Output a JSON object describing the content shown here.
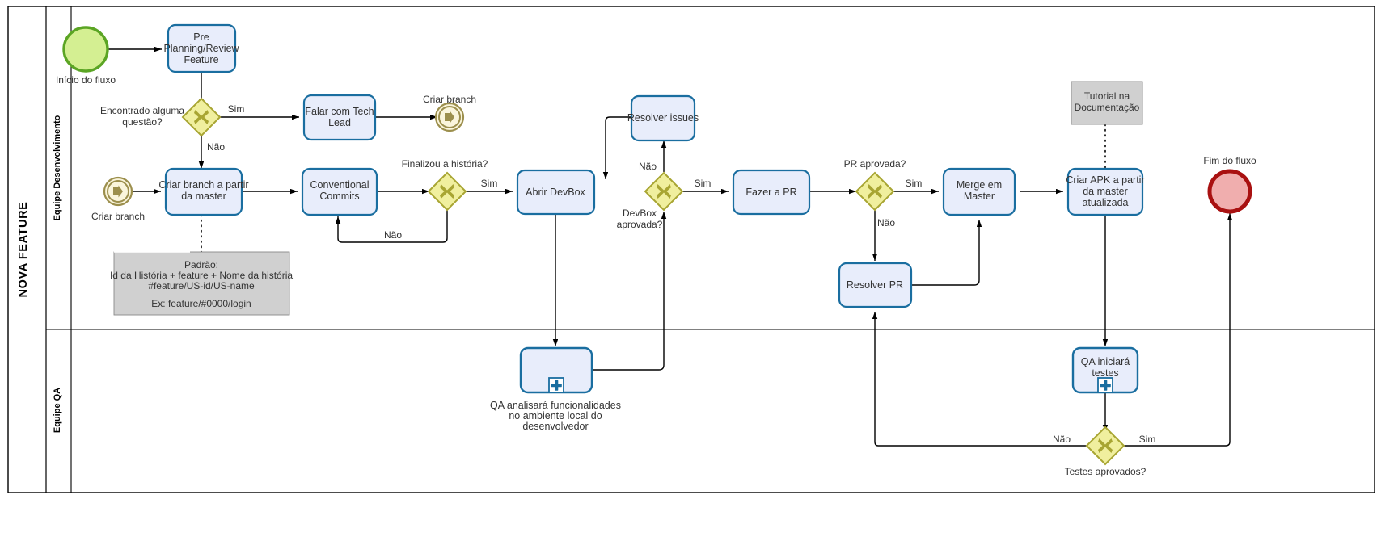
{
  "diagram": {
    "type": "bpmn-flowchart",
    "pool": {
      "label": "NOVA FEATURE"
    },
    "lanes": [
      {
        "id": "dev",
        "label": "Equipe Desenvolvimento"
      },
      {
        "id": "qa",
        "label": "Equipe QA"
      }
    ],
    "colors": {
      "task_fill": "#e8edfb",
      "task_stroke": "#1a6ea0",
      "gateway_fill": "#f0ef9e",
      "gateway_stroke": "#a8a532",
      "gateway_cross": "#a8a532",
      "start_fill": "#d4ef92",
      "start_stroke": "#5ba524",
      "end_fill": "#f0aeae",
      "end_stroke": "#a91111",
      "intermediate_fill": "#faf5dc",
      "intermediate_stroke": "#9c8f4d",
      "annotation_fill": "#d0d0d0",
      "annotation_stroke": "#888888",
      "flow_stroke": "#000000",
      "lane_stroke": "#000000",
      "subprocess_marker": "#1a6ea0"
    },
    "events": [
      {
        "id": "start1",
        "kind": "start",
        "label": "Início do fluxo"
      },
      {
        "id": "msg1",
        "kind": "intermediate",
        "label": "Criar branch"
      },
      {
        "id": "msg2",
        "kind": "intermediate",
        "label": "Criar branch"
      },
      {
        "id": "end1",
        "kind": "end",
        "label": "Fim do fluxo"
      }
    ],
    "tasks": [
      {
        "id": "t1",
        "label": "Pre Planning/Review Feature",
        "lines": [
          "Pre",
          "Planning/Review",
          "Feature"
        ]
      },
      {
        "id": "t2",
        "label": "Falar com Tech Lead",
        "lines": [
          "Falar com Tech",
          "Lead"
        ]
      },
      {
        "id": "t3",
        "label": "Criar branch a partir da master",
        "lines": [
          "Criar branch a partir",
          "da master"
        ]
      },
      {
        "id": "t4",
        "label": "Conventional Commits",
        "lines": [
          "Conventional",
          "Commits"
        ]
      },
      {
        "id": "t5",
        "label": "Abrir DevBox",
        "lines": [
          "Abrir DevBox"
        ]
      },
      {
        "id": "t6",
        "label": "Resolver issues",
        "lines": [
          "Resolver issues"
        ]
      },
      {
        "id": "t7",
        "label": "Fazer a PR",
        "lines": [
          "Fazer a PR"
        ]
      },
      {
        "id": "t8",
        "label": "Resolver PR",
        "lines": [
          "Resolver PR"
        ]
      },
      {
        "id": "t9",
        "label": "Merge em Master",
        "lines": [
          "Merge em",
          "Master"
        ]
      },
      {
        "id": "t10",
        "label": "Criar APK a partir da master atualizada",
        "lines": [
          "Criar APK a partir",
          "da master",
          "atualizada"
        ]
      }
    ],
    "subprocesses": [
      {
        "id": "sp1",
        "label": "QA analisará funcionalidades no ambiente local do desenvolvedor",
        "lines": [
          "QA analisará funcionalidades",
          "no ambiente local do",
          "desenvolvedor"
        ],
        "label_position": "below",
        "marker": "plus"
      },
      {
        "id": "sp2",
        "label": "QA iniciará testes",
        "lines": [
          "QA iniciará",
          "testes"
        ],
        "label_position": "inside",
        "marker": "plus"
      }
    ],
    "gateways": [
      {
        "id": "g1",
        "label": "Encontrado alguma questão?",
        "lines": [
          "Encontrado alguma",
          "questão?"
        ],
        "label_position": "left"
      },
      {
        "id": "g2",
        "label": "Finalizou a história?",
        "lines": [
          "Finalizou a história?"
        ],
        "label_position": "above"
      },
      {
        "id": "g3",
        "label": "DevBox aprovada?",
        "lines": [
          "DevBox",
          "aprovada?"
        ],
        "label_position": "below-left"
      },
      {
        "id": "g4",
        "label": "PR aprovada?",
        "lines": [
          "PR aprovada?"
        ],
        "label_position": "above"
      },
      {
        "id": "g5",
        "label": "Testes aprovados?",
        "lines": [
          "Testes aprovados?"
        ],
        "label_position": "below"
      }
    ],
    "annotations": [
      {
        "id": "a1",
        "lines": [
          "Padrão:",
          "Id da História + feature + Nome da história",
          "#feature/US-id/US-name",
          "",
          "Ex: feature/#0000/login"
        ]
      },
      {
        "id": "a2",
        "lines": [
          "Tutorial na",
          "Documentação"
        ]
      }
    ],
    "flow_labels": {
      "sim": "Sim",
      "nao": "Não"
    },
    "sequence_flow_labels": [
      {
        "id": "f_g1_sim",
        "text": "Sim"
      },
      {
        "id": "f_g1_nao",
        "text": "Não"
      },
      {
        "id": "f_g2_sim",
        "text": "Sim"
      },
      {
        "id": "f_g2_nao",
        "text": "Não"
      },
      {
        "id": "f_g3_nao",
        "text": "Não"
      },
      {
        "id": "f_g3_sim",
        "text": "Sim"
      },
      {
        "id": "f_g4_sim",
        "text": "Sim"
      },
      {
        "id": "f_g4_nao",
        "text": "Não"
      },
      {
        "id": "f_g5_nao",
        "text": "Não"
      },
      {
        "id": "f_g5_sim",
        "text": "Sim"
      }
    ]
  }
}
